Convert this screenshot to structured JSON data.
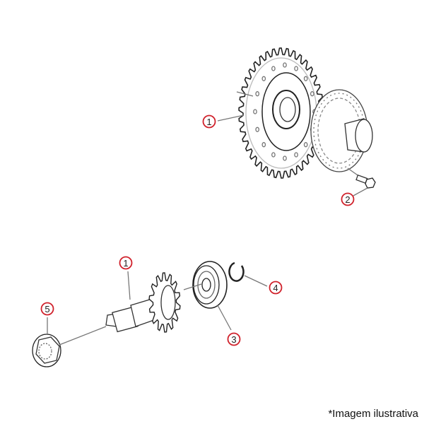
{
  "diagram": {
    "callouts": [
      {
        "id": "ring-gear",
        "label": "1"
      },
      {
        "id": "bolt",
        "label": "2"
      },
      {
        "id": "pinion",
        "label": "1"
      },
      {
        "id": "bearing",
        "label": "3"
      },
      {
        "id": "snap-ring",
        "label": "4"
      },
      {
        "id": "nut",
        "label": "5"
      }
    ],
    "callout_color": "#d0202a",
    "line_color": "#333333"
  },
  "footer": {
    "note": "*Imagem ilustrativa"
  }
}
